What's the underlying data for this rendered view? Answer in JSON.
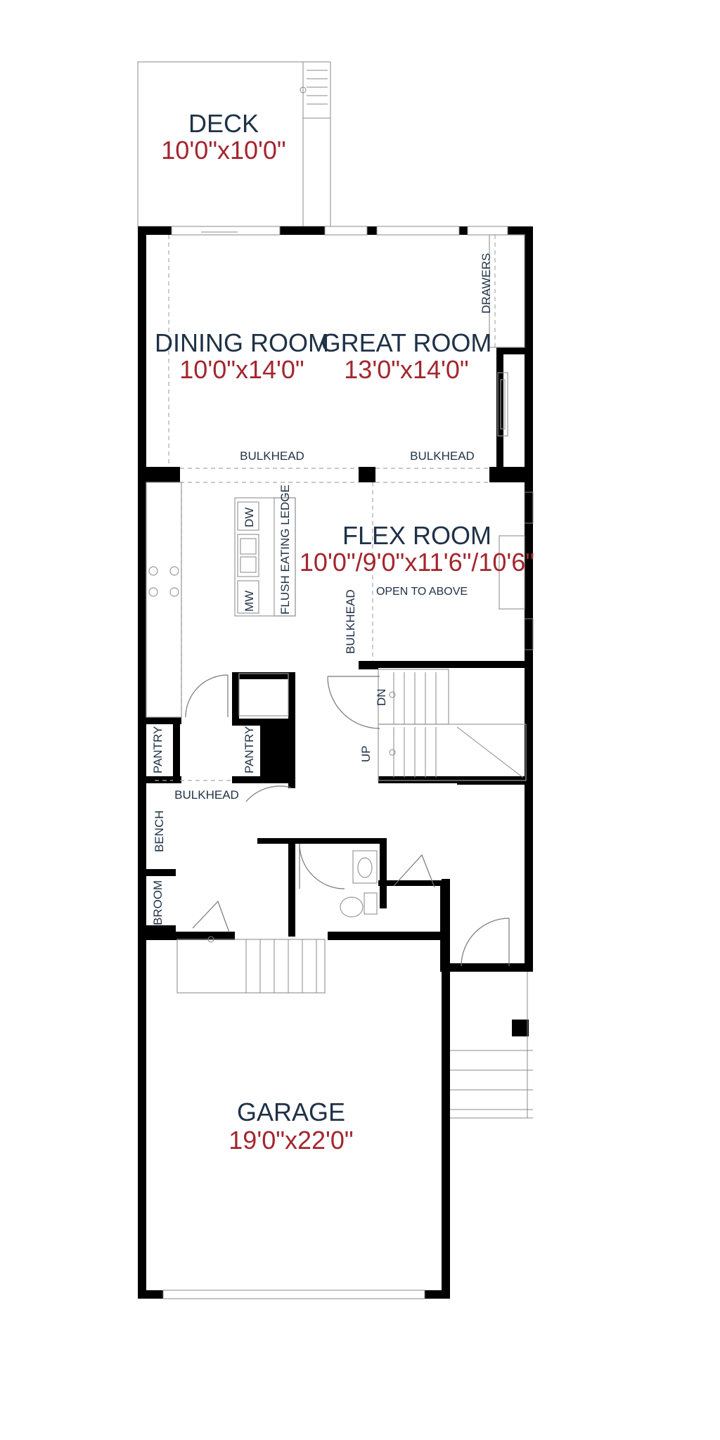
{
  "rooms": {
    "deck": {
      "name": "DECK",
      "dims": "10'0\"x10'0\""
    },
    "dining": {
      "name": "DINING ROOM",
      "dims": "10'0\"x14'0\""
    },
    "great": {
      "name": "GREAT ROOM",
      "dims": "13'0\"x14'0\""
    },
    "flex": {
      "name": "FLEX ROOM",
      "dims": "10'0\"/9'0\"x11'6\"/10'6\"",
      "note": "OPEN TO ABOVE"
    },
    "garage": {
      "name": "GARAGE",
      "dims": "19'0\"x22'0\""
    }
  },
  "labels": {
    "drawers": "DRAWERS",
    "bulkhead": "BULKHEAD",
    "dw": "DW",
    "mw": "MW",
    "flush_ledge": "FLUSH EATING LEDGE",
    "pantry": "PANTRY",
    "bench": "BENCH",
    "broom": "BROOM",
    "dn": "DN",
    "up": "UP"
  },
  "colors": {
    "room_name": "#1f3147",
    "room_dims": "#a3262e",
    "walls": "#000000"
  }
}
